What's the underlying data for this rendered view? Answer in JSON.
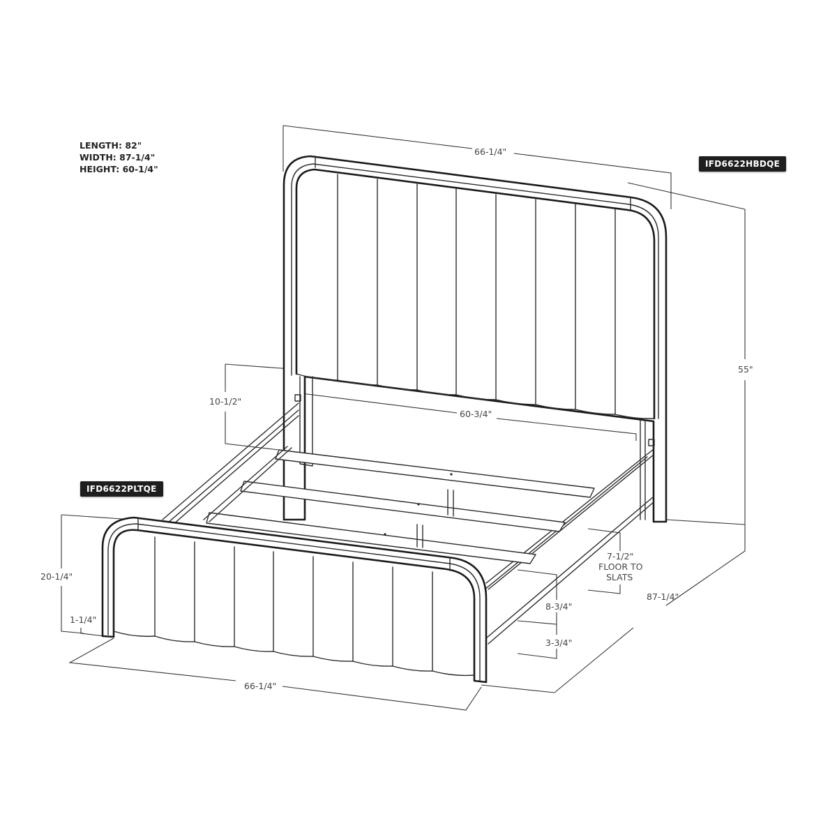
{
  "specs": {
    "length": "LENGTH: 82\"",
    "width": "WIDTH: 87-1/4\"",
    "height": "HEIGHT: 60-1/4\""
  },
  "part_labels": {
    "headboard": "IFD6622HBDQE",
    "footboard_rails": "IFD6622PLTQE"
  },
  "dimensions": {
    "headboard_width": "66-1/4\"",
    "headboard_height": "55\"",
    "inner_width": "60-3/4\"",
    "headboard_leg_clearance": "10-1/2\"",
    "footboard_height": "20-1/4\"",
    "footboard_leg": "1-1/4\"",
    "footboard_width": "66-1/4\"",
    "overall_length": "87-1/4\"",
    "floor_to_slats_value": "7-1/2\"",
    "floor_to_slats_line1": "FLOOR TO",
    "floor_to_slats_line2": "SLATS",
    "rail_height": "8-3/4\"",
    "rail_clearance": "3-3/4\""
  },
  "colors": {
    "line": "#2a2a2a",
    "tag_bg": "#1e1e1e",
    "tag_text": "#ffffff",
    "background": "#ffffff"
  }
}
